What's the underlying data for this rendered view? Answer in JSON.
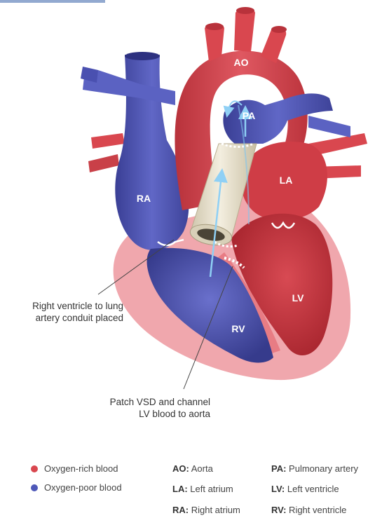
{
  "colors": {
    "red_dark": "#c2343d",
    "red": "#d9474f",
    "red_light": "#e87c84",
    "pink": "#f0a7ad",
    "blue_dark": "#3a3f95",
    "blue": "#5b62c2",
    "blue_light": "#8a90db",
    "conduit": "#e7dfc8",
    "arrow": "#7fc4ef"
  },
  "labels": {
    "ao": "AO",
    "pa": "PA",
    "la": "LA",
    "ra": "RA",
    "lv": "LV",
    "rv": "RV"
  },
  "callouts": {
    "conduit_line1": "Right ventricle to lung",
    "conduit_line2": "artery conduit placed",
    "vsd_line1": "Patch VSD and channel",
    "vsd_line2": "LV blood to aorta"
  },
  "legend": {
    "oxygen_rich": "Oxygen-rich blood",
    "oxygen_poor": "Oxygen-poor blood",
    "ao_abbr": "AO:",
    "ao_text": " Aorta",
    "pa_abbr": "PA:",
    "pa_text": " Pulmonary artery",
    "la_abbr": "LA:",
    "la_text": " Left atrium",
    "lv_abbr": "LV:",
    "lv_text": " Left ventricle",
    "ra_abbr": "RA:",
    "ra_text": " Right atrium",
    "rv_abbr": "RV:",
    "rv_text": " Right ventricle"
  }
}
